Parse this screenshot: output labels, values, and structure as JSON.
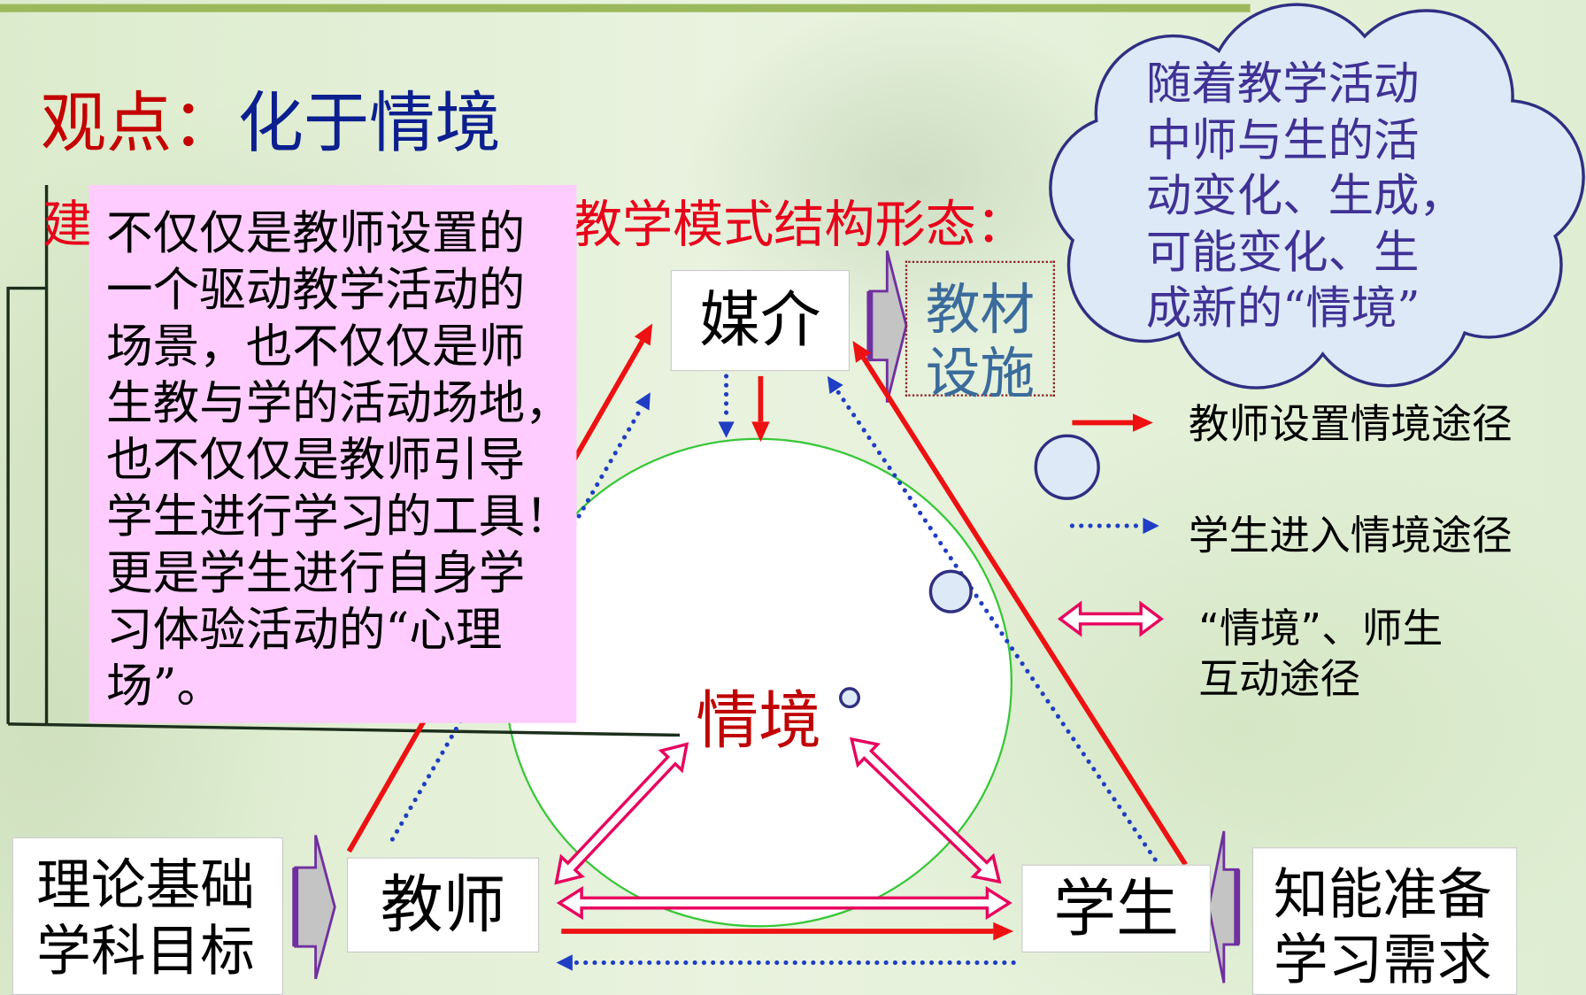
{
  "slide": {
    "title_prefix": "观点：",
    "title_main": "化于情境",
    "subtitle_start": "建",
    "subtitle_end": "教学模式结构形态："
  },
  "note": {
    "lines": [
      "不仅仅是教师设置的",
      "一个驱动教学活动的",
      "场景，也不仅仅是师",
      "生教与学的活动场地，",
      "也不仅仅是教师引导",
      "学生进行学习的工具！",
      "更是学生进行自身学",
      "习体验活动的“心理",
      "场”。"
    ]
  },
  "cloud": {
    "lines": [
      "随着教学活动",
      "中师与生的活",
      "动变化、生成，",
      "可能变化、生",
      "成新的“情境”"
    ]
  },
  "nodes": {
    "media": "媒介",
    "materials": [
      "教材",
      "设施"
    ],
    "situation": "情境",
    "teacher": "教师",
    "student": "学生",
    "foundation": [
      "理论基础",
      "学科目标"
    ],
    "readiness": [
      "知能准备",
      "学习需求"
    ]
  },
  "legend": [
    {
      "icon": "red-solid-arrow-icon",
      "lines": [
        "教师设置情境途径"
      ]
    },
    {
      "icon": "blue-dotted-arrow-icon",
      "lines": [
        "学生进入情境途径"
      ]
    },
    {
      "icon": "pink-double-arrow-icon",
      "lines": [
        "“情境”、师生",
        "互动途径"
      ]
    }
  ],
  "colors": {
    "title_red": "#c40000",
    "title_blue": "#0b1f8f",
    "subtitle_red": "#e8001a",
    "situation_red": "#c00000",
    "teacher_path_red": "#ee1111",
    "student_path_blue": "#1f3ec4",
    "interaction_pink": "#e8005e",
    "note_fill": "#ffccff",
    "cloud_fill": "#dde9f6",
    "cloud_stroke": "#2f2f82",
    "cloud_text": "#3f3195",
    "circle_green": "#39c739",
    "materials_text": "#3a6b9c",
    "block_arrow_fill": "#c4c4c4",
    "block_arrow_edge": "#7030a0",
    "callout_line": "#1c2e1c",
    "top_rule": "#9cb85c"
  }
}
